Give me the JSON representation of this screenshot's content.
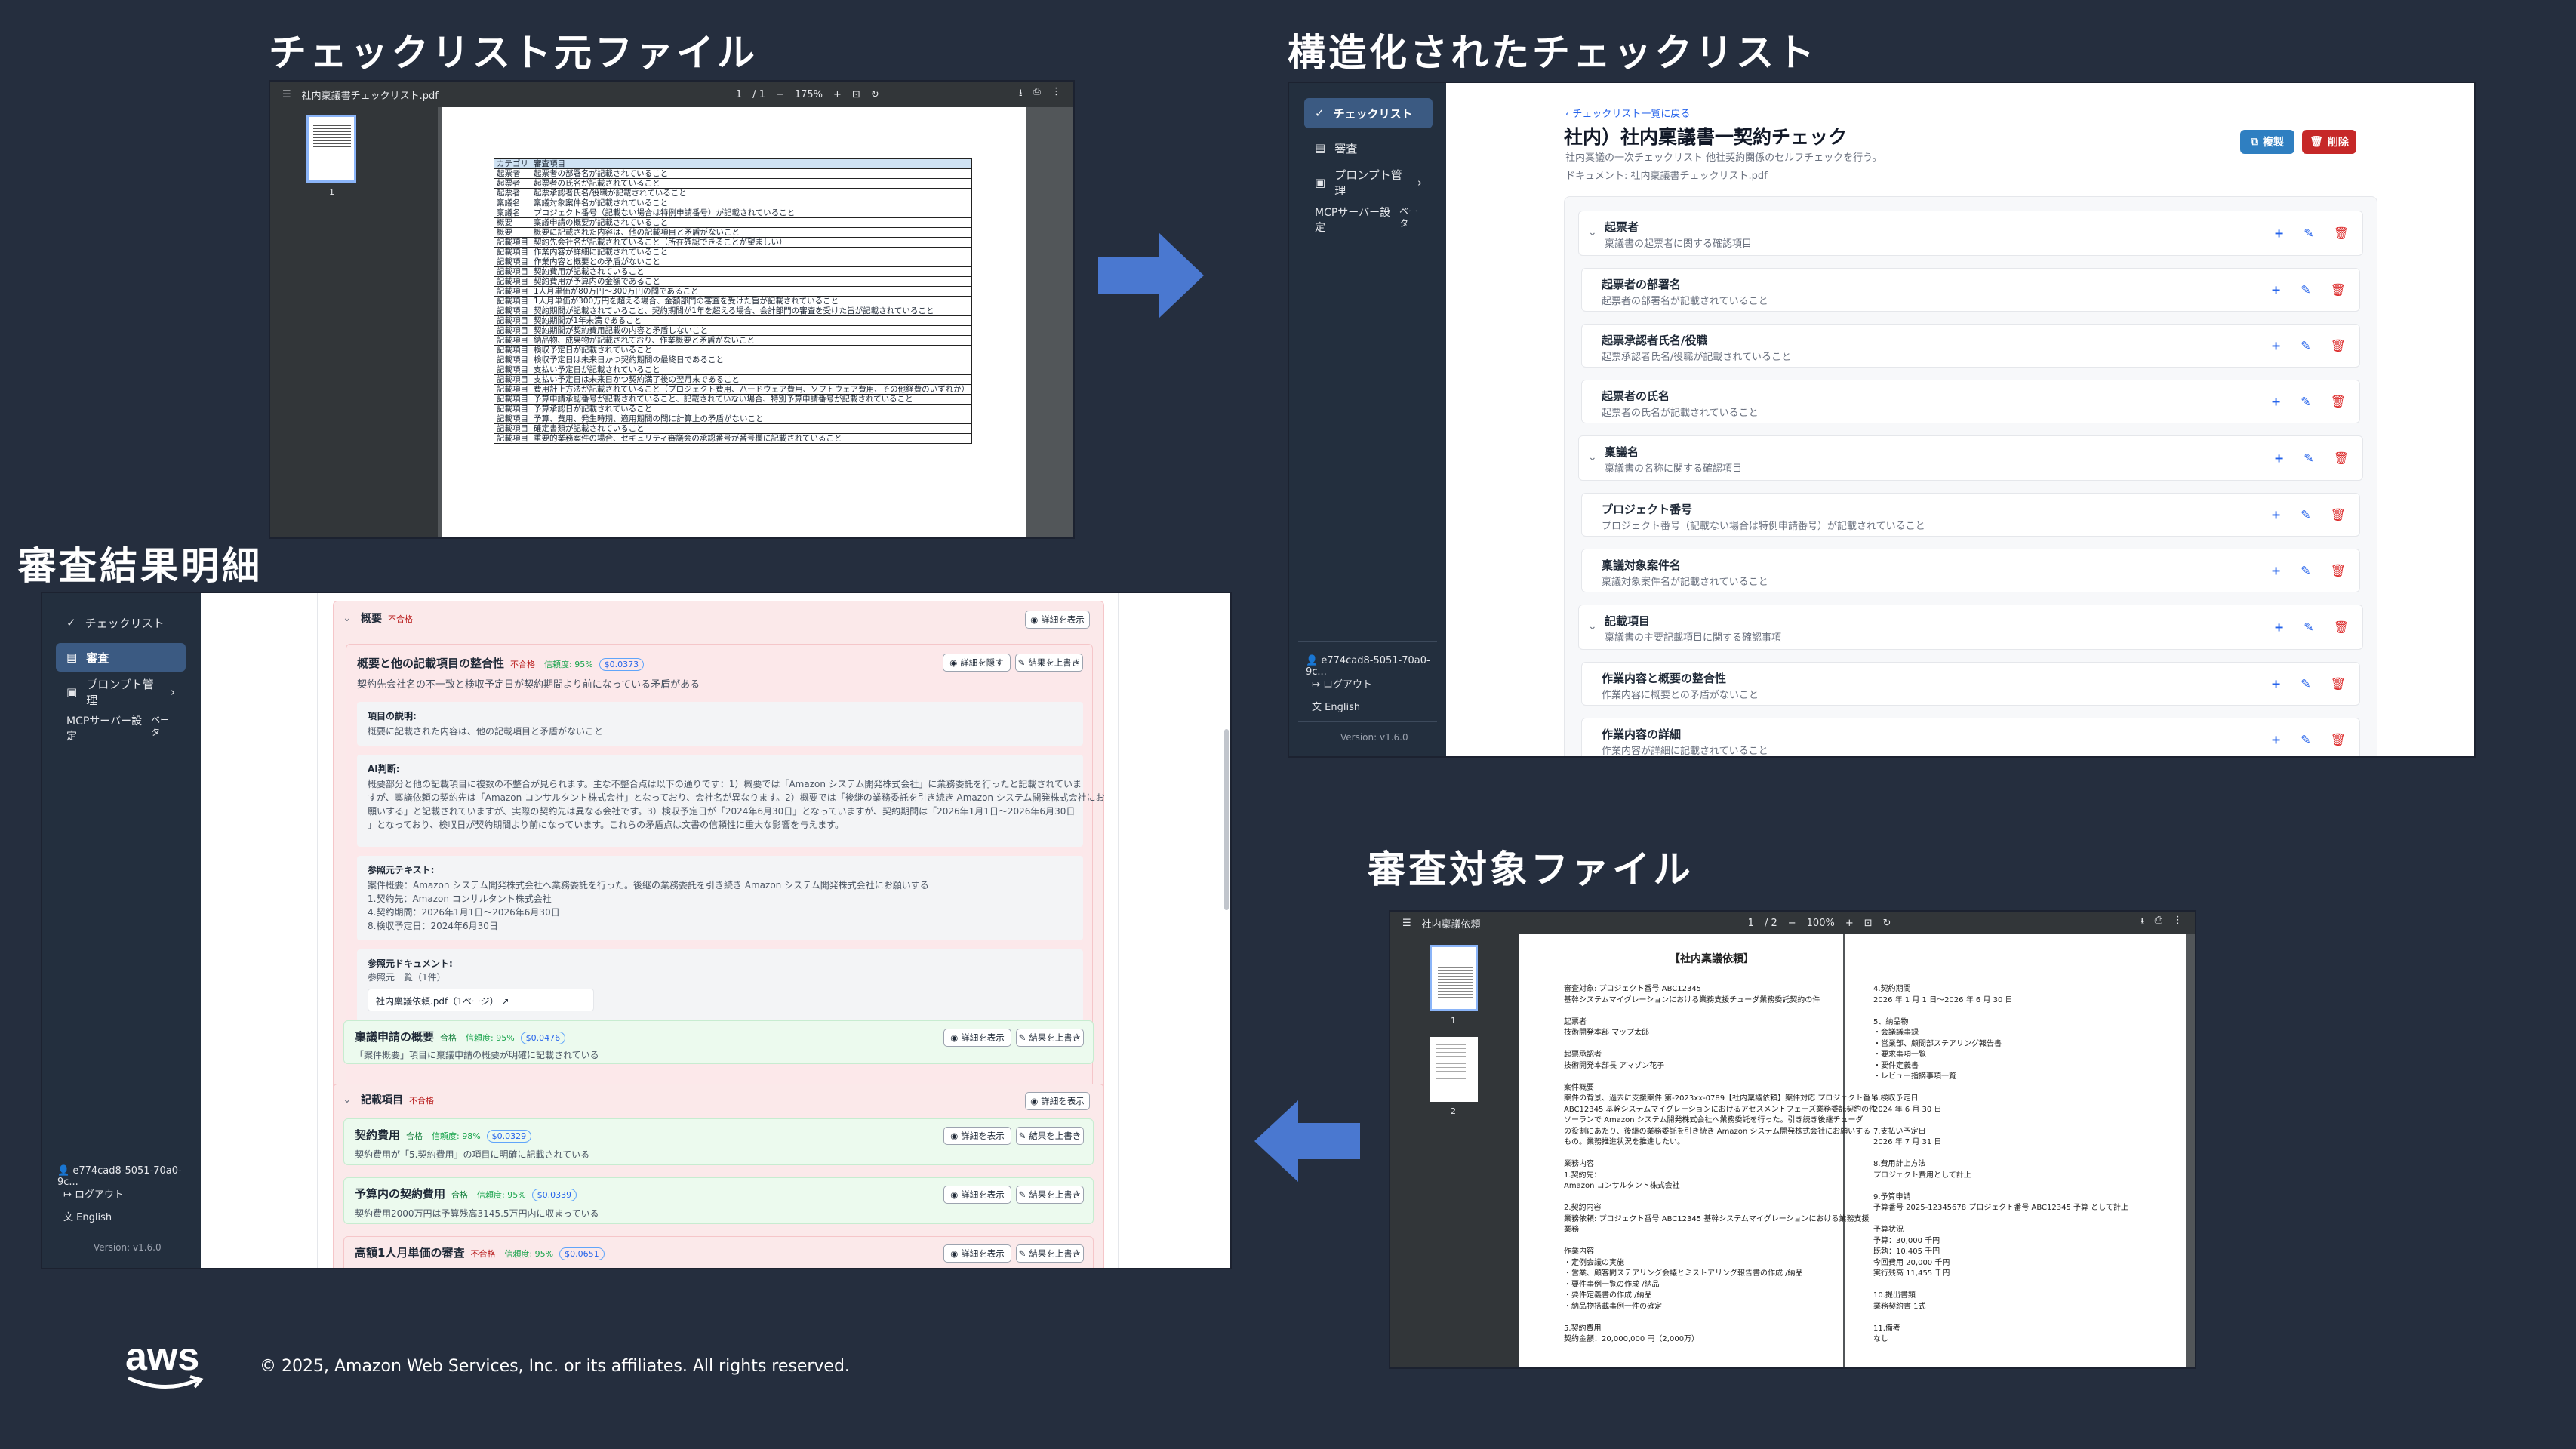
{
  "titles": {
    "source_checklist": "チェックリスト元ファイル",
    "structured_checklist": "構造化されたチェックリスト",
    "review_details": "審査結果明細",
    "target_file": "審査対象ファイル"
  },
  "footer": {
    "logo": "aws",
    "copyright": "© 2025, Amazon Web Services, Inc. or its affiliates. All rights reserved."
  },
  "source_pdf": {
    "filename": "社内稟議書チェックリスト.pdf",
    "page": "1",
    "pages": "/ 1",
    "zoom": "175%",
    "thumb_num": "1",
    "table_header": [
      "カテゴリ",
      "審査項目"
    ],
    "table_rows": [
      [
        "起票者",
        "起票者の部署名が記載されていること"
      ],
      [
        "起票者",
        "起票者の氏名が記載されていること"
      ],
      [
        "起票者",
        "起票承認者氏名/役職が記載されていること"
      ],
      [
        "稟議名",
        "稟議対象案件名が記載されていること"
      ],
      [
        "稟議名",
        "プロジェクト番号（記載ない場合は特例申請番号）が記載されていること"
      ],
      [
        "概要",
        "稟議申請の概要が記載されていること"
      ],
      [
        "概要",
        "概要に記載された内容は、他の記載項目と矛盾がないこと"
      ],
      [
        "記載項目",
        "契約先会社名が記載されていること（所在確認できることが望ましい）"
      ],
      [
        "記載項目",
        "作業内容が詳細に記載されていること"
      ],
      [
        "記載項目",
        "作業内容と概要との矛盾がないこと"
      ],
      [
        "記載項目",
        "契約費用が記載されていること"
      ],
      [
        "記載項目",
        "契約費用が予算内の金額であること"
      ],
      [
        "記載項目",
        "1人月単価が80万円〜300万円の間であること"
      ],
      [
        "記載項目",
        "1人月単価が300万円を超える場合、金額部門の審査を受けた旨が記載されていること"
      ],
      [
        "記載項目",
        "契約期間が記載されていること、契約期間が1年を超える場合、会計部門の審査を受けた旨が記載されていること"
      ],
      [
        "記載項目",
        "契約期間が1年未満であること"
      ],
      [
        "記載項目",
        "契約期間が契約費用記載の内容と矛盾しないこと"
      ],
      [
        "記載項目",
        "納品物、成果物が記載されており、作業概要と矛盾がないこと"
      ],
      [
        "記載項目",
        "検収予定日が記載されていること"
      ],
      [
        "記載項目",
        "検収予定日は未来日かつ契約期間の最終日であること"
      ],
      [
        "記載項目",
        "支払い予定日が記載されていること"
      ],
      [
        "記載項目",
        "支払い予定日は未来日かつ契約満了後の翌月末であること"
      ],
      [
        "記載項目",
        "費用計上方法が記載されていること（プロジェクト費用、ハードウェア費用、ソフトウェア費用、その他経費のいずれか）"
      ],
      [
        "記載項目",
        "予算申請承認番号が記載されていること、記載されていない場合、特別予算申請番号が記載されていること"
      ],
      [
        "記載項目",
        "予算承認日が記載されていること"
      ],
      [
        "記載項目",
        "予算、費用、発生時期、適用期間の間に計算上の矛盾がないこと"
      ],
      [
        "記載項目",
        "確定書類が記載されていること"
      ],
      [
        "記載項目",
        "重要的業務案件の場合、セキュリティ審議会の承認番号が番号欄に記載されていること"
      ]
    ]
  },
  "app": {
    "nav": {
      "checklist": "チェックリスト",
      "review": "審査",
      "prompt": "プロンプト管理",
      "mcp": "MCPサーバー設定",
      "mcp_line1": "MCPサーバー設",
      "mcp_line2": "定",
      "beta_line1": "ベー",
      "beta_line2": "タ"
    },
    "user_id": "e774cad8-5051-70a0-9c...",
    "logout": "ログアウト",
    "language": "English",
    "version": "Version: v1.6.0"
  },
  "structured": {
    "back_link": "チェックリスト一覧に戻る",
    "title": "社内）社内稟議書一契約チェック",
    "subtitle": "社内稟議の一次チェックリスト 他社契約関係のセルフチェックを行う。",
    "document": "ドキュメント: 社内稟議書チェックリスト.pdf",
    "copy_button": "複製",
    "delete_button": "削除",
    "items": [
      {
        "name": "起票者",
        "desc": "稟議書の起票者に関する確認項目",
        "group": true
      },
      {
        "name": "起票者の部署名",
        "desc": "起票者の部署名が記載されていること",
        "group": false
      },
      {
        "name": "起票承認者氏名/役職",
        "desc": "起票承認者氏名/役職が記載されていること",
        "group": false
      },
      {
        "name": "起票者の氏名",
        "desc": "起票者の氏名が記載されていること",
        "group": false
      },
      {
        "name": "稟議名",
        "desc": "稟議書の名称に関する確認項目",
        "group": true
      },
      {
        "name": "プロジェクト番号",
        "desc": "プロジェクト番号（記載ない場合は特例申請番号）が記載されていること",
        "group": false
      },
      {
        "name": "稟議対象案件名",
        "desc": "稟議対象案件名が記載されていること",
        "group": false
      },
      {
        "name": "記載項目",
        "desc": "稟議書の主要記載項目に関する確認事項",
        "group": true
      },
      {
        "name": "作業内容と概要の整合性",
        "desc": "作業内容に概要との矛盾がないこと",
        "group": false
      },
      {
        "name": "作業内容の詳細",
        "desc": "作業内容が詳細に記載されていること",
        "group": false
      }
    ]
  },
  "review": {
    "detail_show": "詳細を表示",
    "detail_hide": "詳細を隠す",
    "overwrite": "結果を上書き",
    "badge_fail": "不合格",
    "badge_pass": "合格",
    "sections": {
      "overview": "概要",
      "items": "記載項目"
    },
    "expanded": {
      "title": "概要と他の記載項目の整合性",
      "badge": "不合格",
      "confidence": "信頼度: 95%",
      "cost": "$0.0373",
      "summary": "契約先会社名の不一致と検収予定日が契約期間より前になっている矛盾がある",
      "item_desc_label": "項目の説明:",
      "item_desc": "概要に記載された内容は、他の記載項目と矛盾がないこと",
      "ai_label": "AI判断:",
      "ai_lines": [
        "概要部分と他の記載項目に複数の不整合が見られます。主な不整合点は以下の通りです：1）概要では「Amazon システム開発株式会社」に業務委託を行ったと記載されていま",
        "すが、稟議依頼の契約先は「Amazon コンサルタント株式会社」となっており、会社名が異なります。2）概要では「後継の業務委託を引き続き Amazon システム開発株式会社にお",
        "願いする」と記載されていますが、実際の契約先は異なる会社です。3）検収予定日が「2024年6月30日」となっていますが、契約期間は「2026年1月1日〜2026年6月30日",
        "」となっており、検収日が契約期間より前になっています。これらの矛盾点は文書の信頼性に重大な影響を与えます。"
      ],
      "ref_label": "参照元テキスト:",
      "ref_lines": [
        "案件概要：Amazon システム開発株式会社へ業務委託を行った。後継の業務委託を引き続き Amazon システム開発株式会社にお願いする",
        "1.契約先：Amazon コンサルタント株式会社",
        "4.契約期間：2026年1月1日〜2026年6月30日",
        "8.検収予定日：2024年6月30日"
      ],
      "doc_label": "参照元ドキュメント:",
      "doc_count": "参照元一覧（1件）",
      "doc_file": "社内稟議依頼.pdf（1ページ）"
    },
    "cards": [
      {
        "title": "稟議申請の概要",
        "badge": "合格",
        "confidence": "信頼度: 95%",
        "cost": "$0.0476",
        "summary": "「案件概要」項目に稟議申請の概要が明確に記載されている"
      },
      {
        "title": "契約費用",
        "badge": "合格",
        "confidence": "信頼度: 98%",
        "cost": "$0.0329",
        "summary": "契約費用が「5.契約費用」の項目に明確に記載されている"
      },
      {
        "title": "予算内の契約費用",
        "badge": "合格",
        "confidence": "信頼度: 95%",
        "cost": "$0.0339",
        "summary": "契約費用2000万円は予算残高3145.5万円内に収まっている"
      },
      {
        "title": "高額1人月単価の審査",
        "badge": "不合格",
        "confidence": "信頼度: 95%",
        "cost": "$0.0651",
        "summary": ""
      }
    ]
  },
  "target_pdf": {
    "filename": "社内稟議依頼",
    "page": "1",
    "pages": "/ 2",
    "zoom": "100%",
    "doc_title": "【社内稟議依頼】",
    "left_lines": [
      "審査対象: プロジェクト番号 ABC12345",
      "基幹システムマイグレーションにおける業務支援チューダ業務委託契約の件",
      "",
      "起票者",
      "技術開発本部 マップ太郎",
      "",
      "起票承認者",
      "技術開発本部長 アマゾン花子",
      "",
      "案件概要",
      "案件の背景、過去に支援案件 第-2023xx-0789【社内稟議依頼】案件対応 プロジェクト番号",
      "ABC12345 基幹システムマイグレーションにおけるアセスメントフェーズ業務委託契約の件",
      "ソーランで Amazon システム開発株式会社へ業務委託を行った。引き続き後継チューダ",
      "の役割にあたり、後継の業務委託を引き続き Amazon システム開発株式会社にお願いする",
      "もの。業務推進状況を推進したい。",
      "",
      "業務内容",
      "1.契約先：",
      "Amazon コンサルタント株式会社",
      "",
      "2.契約内容",
      "業務依頼: プロジェクト番号 ABC12345 基幹システムマイグレーションにおける業務支援",
      "業務",
      "",
      "作業内容",
      "・定例会議の実施",
      "・営業、顧客間ステアリング会議とミストアリング報告書の作成 /納品",
      "・要件事例一覧の作成 /納品",
      "・要件定義書の作成 /納品",
      "・納品物搭載事例一件の確定",
      "",
      "5.契約費用",
      "契約金額：20,000,000 円（2,000万）"
    ],
    "right_lines": [
      "4.契約期間",
      "2026 年 1 月 1 日〜2026 年 6 月 30 日",
      "",
      "5、納品物",
      "・会議議事録",
      "・営業部、顧問部ステアリング報告書",
      "・要求事項一覧",
      "・要件定義書",
      "・レビュー指摘事項一覧",
      "",
      "6.検収予定日",
      "2024 年 6 月 30 日",
      "",
      "7.支払い予定日",
      "2026 年 7 月 31 日",
      "",
      "8.費用計上方法",
      "プロジェクト費用として計上",
      "",
      "9.予算申請",
      "予算番号 2025-12345678 プロジェクト番号 ABC12345 予算 として計上",
      "",
      "予算状況",
      "予算：30,000 千円",
      "既執：10,405 千円",
      "今回費用 20,000 千円",
      "実行残高 11,455 千円",
      "",
      "10.提出書類",
      "業務契約書 1式",
      "",
      "11.備考",
      "なし"
    ]
  },
  "colors": {
    "background": "#252e3e",
    "arrow": "#4a78d0",
    "sidebar": "#232f3e",
    "sidebar_active": "#3b5a82",
    "copy_button": "#2f7fc1",
    "delete_button": "#c62828"
  }
}
